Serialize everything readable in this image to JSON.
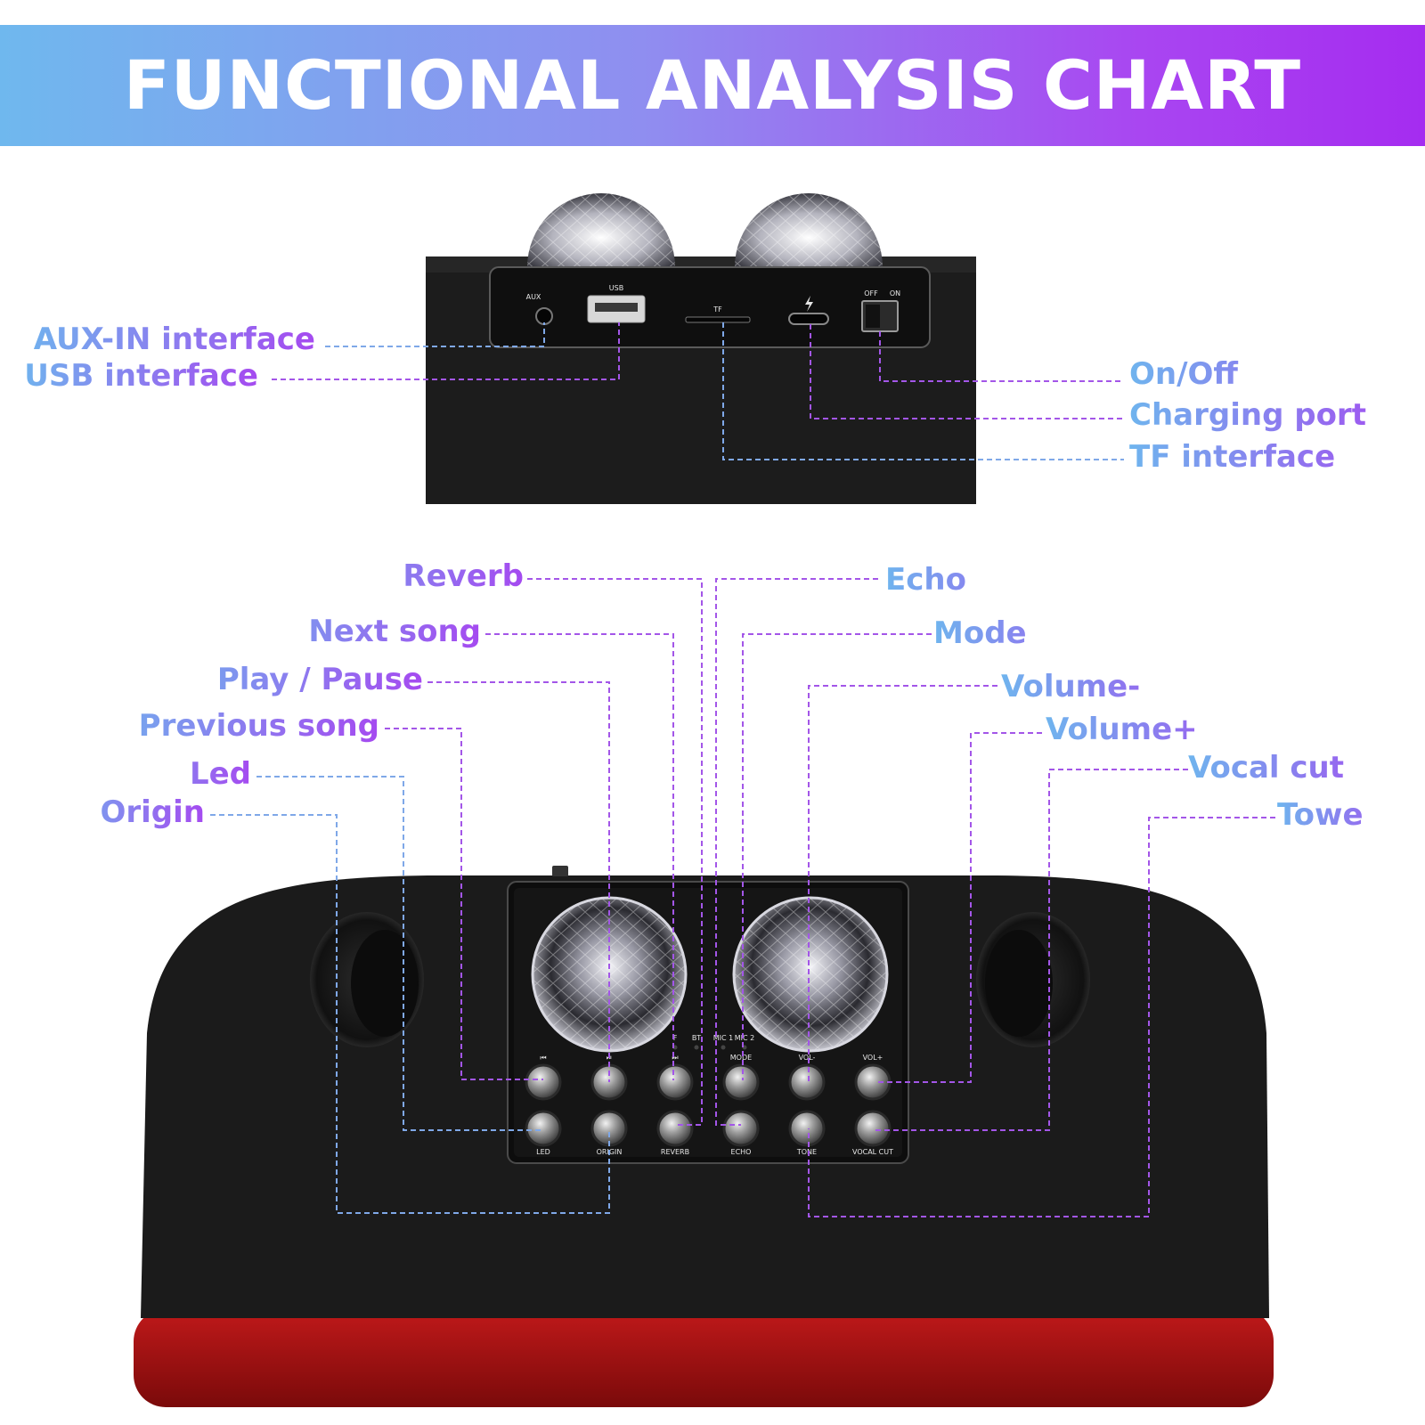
{
  "header": {
    "title": "FUNCTIONAL ANALYSIS CHART"
  },
  "colors": {
    "banner_start": "#6fb8ee",
    "banner_end": "#a52cf0",
    "label_start": "#6fb4ee",
    "label_end": "#a54af0",
    "leader_blue": "#7fa8e8",
    "leader_purple": "#a356e8",
    "device_body": "#1c1c1c",
    "device_base": "#9a0f0f"
  },
  "top_panel": {
    "port_labels": {
      "aux": "AUX",
      "usb": "USB",
      "tf": "TF",
      "off": "OFF",
      "on": "ON",
      "charge_icon": "lightning-icon"
    },
    "callouts": {
      "aux_in": "AUX-IN interface",
      "usb": "USB interface",
      "on_off": "On/Off",
      "charging": "Charging port",
      "tf": "TF interface"
    }
  },
  "control_panel": {
    "indicator_labels": {
      "f": "F",
      "bt": "BT",
      "mic1": "MIC 1",
      "mic2": "MIC 2"
    },
    "icon_labels": {
      "prev": "⏮",
      "play": "⏯",
      "next": "⏭"
    },
    "button_labels": {
      "mode": "MODE",
      "vol_minus": "VOL-",
      "vol_plus": "VOL+",
      "led": "LED",
      "origin": "ORIGIN",
      "reverb": "REVERB",
      "echo": "ECHO",
      "tone": "TONE",
      "vocal_cut": "VOCAL CUT"
    },
    "callouts": {
      "reverb": "Reverb",
      "next_song": "Next song",
      "play_pause": "Play / Pause",
      "previous_song": "Previous song",
      "led": "Led",
      "origin": "Origin",
      "echo": "Echo",
      "mode": "Mode",
      "volume_minus": "Volume-",
      "volume_plus": "Volume+",
      "vocal_cut": "Vocal cut",
      "towe": "Towe"
    }
  }
}
